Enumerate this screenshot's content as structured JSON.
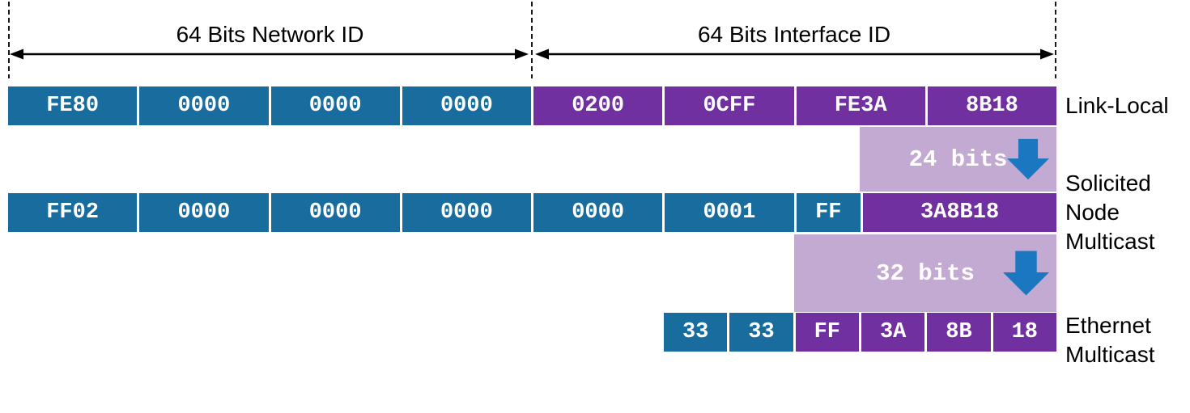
{
  "colors": {
    "cell-blue": "#186c9e",
    "cell-purple": "#7030a0",
    "callout-bg": "#c2aad2",
    "arrow-blue": "#1b78c0"
  },
  "header": {
    "network_id_label": "64 Bits Network ID",
    "interface_id_label": "64 Bits Interface ID"
  },
  "rows": {
    "link_local": {
      "label": "Link-Local",
      "cells": [
        "FE80",
        "0000",
        "0000",
        "0000",
        "0200",
        "0CFF",
        "FE3A",
        "8B18"
      ]
    },
    "solicited_node": {
      "label": "Solicited Node Multicast",
      "cells": [
        "FF02",
        "0000",
        "0000",
        "0000",
        "0000",
        "0001",
        "FF",
        "3A8B18"
      ]
    },
    "ethernet": {
      "label": "Ethernet Multicast",
      "cells": [
        "33",
        "33",
        "FF",
        "3A",
        "8B",
        "18"
      ]
    }
  },
  "callouts": {
    "bits24": "24 bits",
    "bits32": "32 bits"
  }
}
